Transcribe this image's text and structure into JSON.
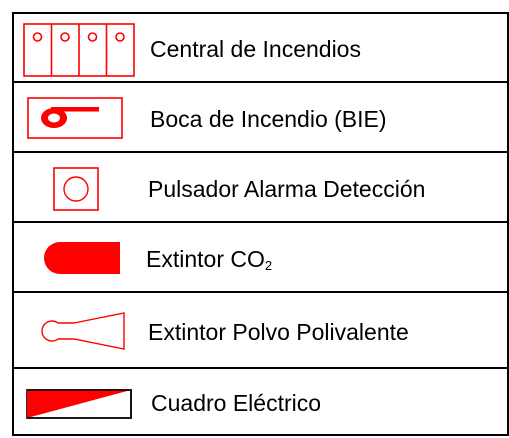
{
  "legend": {
    "colors": {
      "symbol": "#ff0000",
      "border": "#000000"
    },
    "items": [
      {
        "label": "Central de Incendios",
        "icon": "fire-alarm-panel-icon"
      },
      {
        "label": "Boca de Incendio (BIE)",
        "icon": "fire-hose-cabinet-icon"
      },
      {
        "label": "Pulsador Alarma Detección",
        "icon": "manual-call-point-icon"
      },
      {
        "label": "Extintor CO",
        "sub": "2",
        "icon": "co2-extinguisher-icon"
      },
      {
        "label": "Extintor Polvo Polivalente",
        "icon": "powder-extinguisher-icon"
      },
      {
        "label": "Cuadro Eléctrico",
        "icon": "electrical-panel-icon"
      }
    ]
  }
}
